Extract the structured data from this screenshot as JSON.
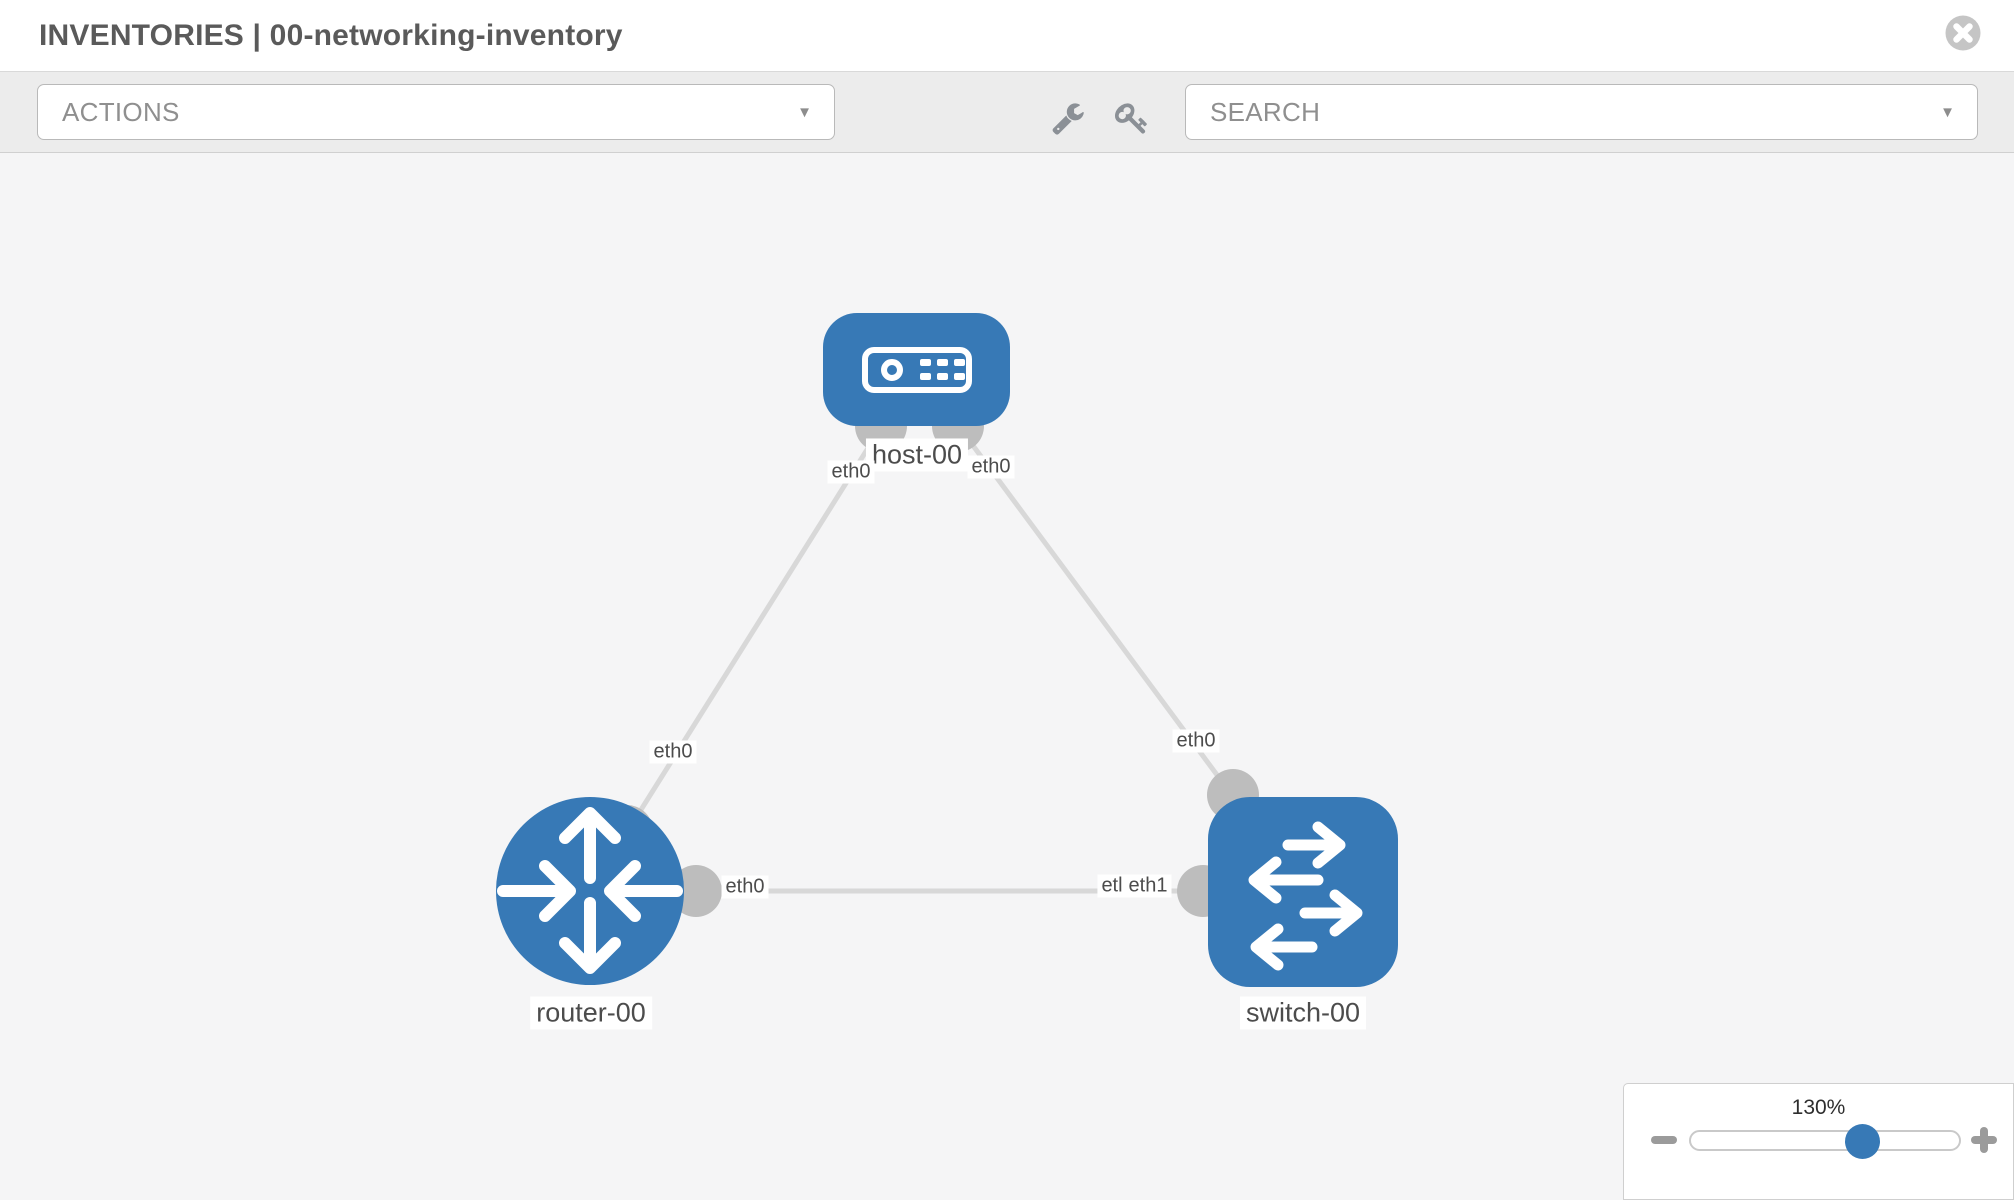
{
  "header": {
    "title": "INVENTORIES | 00-networking-inventory"
  },
  "toolbar": {
    "actions_placeholder": "ACTIONS",
    "search_placeholder": "SEARCH",
    "caret": "▼"
  },
  "topology": {
    "nodes": [
      {
        "id": "host-00",
        "type": "host",
        "label": "host-00"
      },
      {
        "id": "router-00",
        "type": "router",
        "label": "router-00"
      },
      {
        "id": "switch-00",
        "type": "switch",
        "label": "switch-00"
      }
    ],
    "links": [
      {
        "from": "host-00",
        "to": "router-00",
        "from_if": "eth0",
        "to_if": "eth0"
      },
      {
        "from": "host-00",
        "to": "switch-00",
        "from_if": "eth0",
        "to_if": "eth0"
      },
      {
        "from": "router-00",
        "to": "switch-00",
        "from_if": "eth0",
        "to_if": "eth1",
        "to_if_clipped_text": "etl"
      }
    ]
  },
  "zoom_control": {
    "level": "130%"
  },
  "colors": {
    "node_blue": "#3779b6",
    "link_gray": "#d8d8d8",
    "port_gray": "#bdbdbd"
  }
}
